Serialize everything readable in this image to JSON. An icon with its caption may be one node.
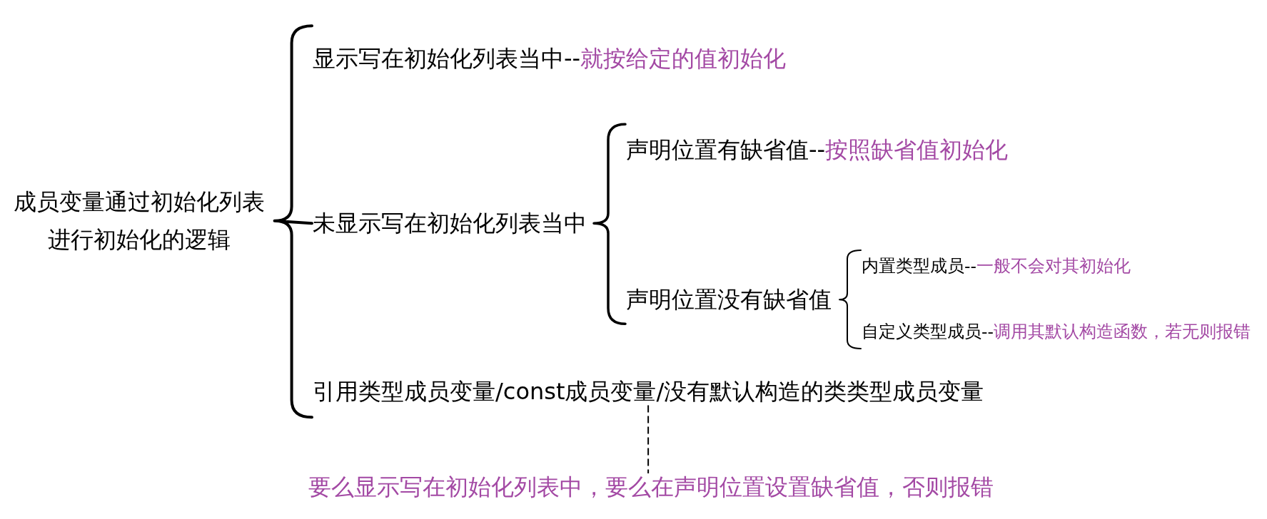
{
  "diagram": {
    "nodes": [
      {
        "text": [
          "成员变量通过初始化列表进行初始化的逻辑"
        ]
      },
      {
        "text": [
          "显示写在初始化列表当中--",
          "就按给定的值初始化"
        ]
      },
      {
        "text": [
          "未显示写在初始化列表当中"
        ]
      },
      {
        "text": [
          "声明位置有缺省值--",
          "按照缺省值初始化"
        ]
      },
      {
        "text": [
          "声明位置没有缺省值"
        ]
      },
      {
        "text": [
          "内置类型成员--",
          "一般不会对其初始化"
        ]
      },
      {
        "text": [
          "自定义类型成员--",
          "调用其默认构造函数，若无则报错"
        ]
      },
      {
        "text": [
          "引用类型成员变量/const成员变量/没有默认构造的类类型成员变量"
        ]
      },
      {
        "text": [
          "要么显示写在初始化列表中，要么在声明位置设置缺省值，否则报错"
        ]
      }
    ],
    "edges": [
      {
        "from": 0,
        "to": 1,
        "arrow": "none"
      },
      {
        "from": 0,
        "to": 2,
        "arrow": "none"
      },
      {
        "from": 0,
        "to": 7,
        "arrow": "none"
      },
      {
        "from": 2,
        "to": 3,
        "arrow": "none"
      },
      {
        "from": 2,
        "to": 4,
        "arrow": "none"
      },
      {
        "from": 4,
        "to": 5,
        "arrow": "none"
      },
      {
        "from": 4,
        "to": 6,
        "arrow": "none"
      },
      {
        "from": 7,
        "to": 8,
        "arrow": "none",
        "style": "dashed"
      }
    ]
  }
}
